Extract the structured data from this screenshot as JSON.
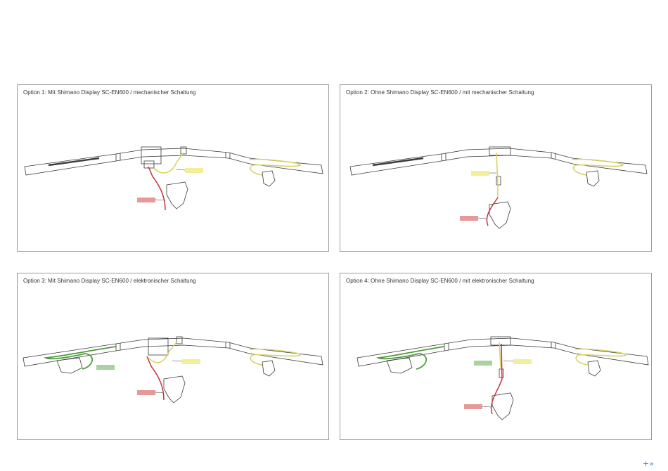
{
  "panels": [
    {
      "id": 1,
      "title": "Option 1: Mit Shimano Display SC-EN600 / mechanischer Schaltung"
    },
    {
      "id": 2,
      "title": "Option 2: Ohne Shimano Display SC-EN600 / mit mechanischer Schaltung"
    },
    {
      "id": 3,
      "title": "Option 3: Mit Shimano Display SC-EN600 / elektronischer Schaltung"
    },
    {
      "id": 4,
      "title": "Option 4: Ohne Shimano Display SC-EN600 / mit elektronischer Schaltung"
    }
  ],
  "navigation": {
    "next_icon": "+»"
  },
  "colors": {
    "red_cable": "#c8323a",
    "yellow_cable": "#d8d060",
    "green_cable": "#4f9a3c",
    "red_label": "#e79898",
    "yellow_label": "#f2ee9a",
    "green_label": "#a9d39c",
    "outline": "#3a3a3a"
  }
}
